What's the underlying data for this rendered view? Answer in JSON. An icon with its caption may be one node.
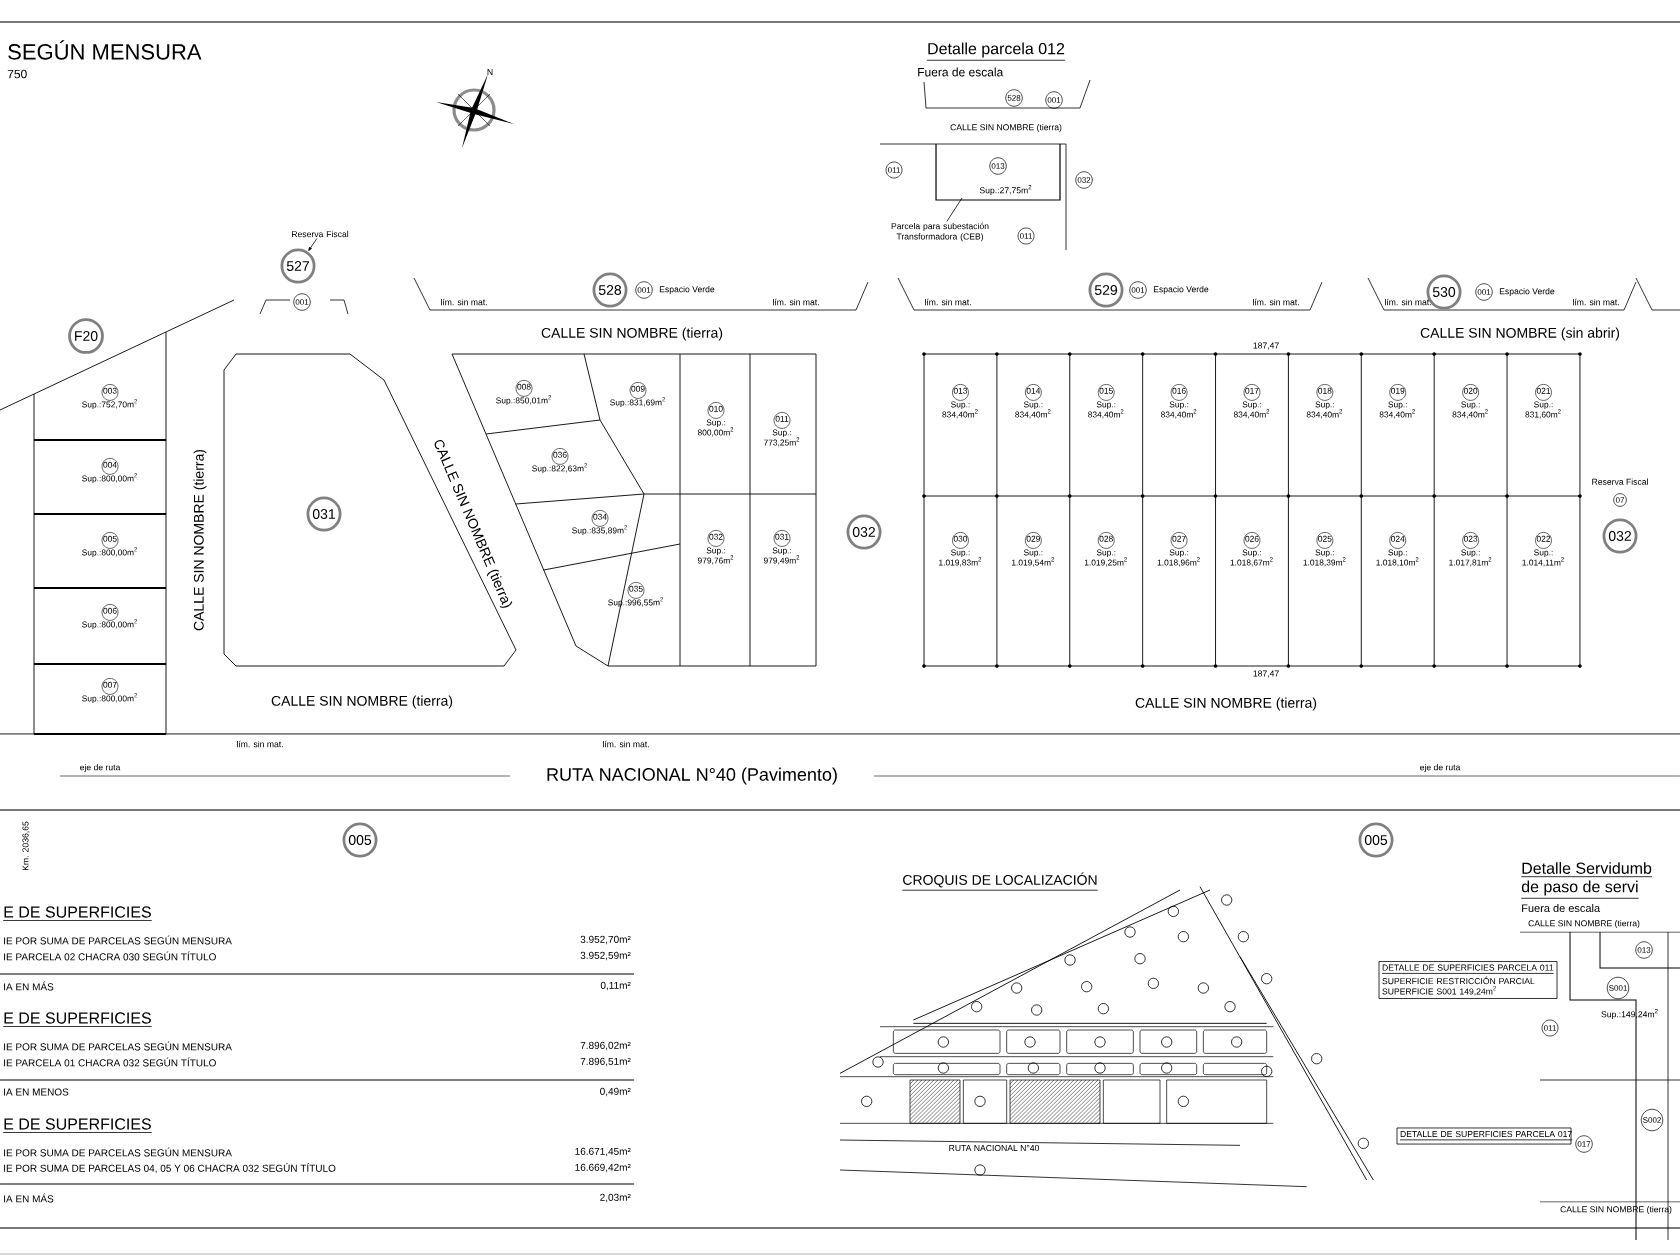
{
  "diagram": {
    "nodes": [
      {
        "text": [
          "527"
        ]
      },
      {
        "text": [
          "001"
        ]
      },
      {
        "text": [
          "Reserva Fiscal"
        ]
      },
      {
        "text": [
          "F20"
        ]
      },
      {
        "text": [
          "528"
        ]
      },
      {
        "text": [
          "001"
        ],
        "beside": [
          "Espacio Verde"
        ]
      },
      {
        "text": [
          "529"
        ]
      },
      {
        "text": [
          "001"
        ],
        "beside": [
          "Espacio Verde"
        ]
      },
      {
        "text": [
          "530"
        ]
      },
      {
        "text": [
          "001"
        ],
        "beside": [
          "Espacio Verde"
        ]
      },
      {
        "text": [
          "031"
        ]
      },
      {
        "text": [
          "032"
        ]
      },
      {
        "text": [
          "032"
        ]
      },
      {
        "text": [
          "07"
        ],
        "beside": [
          "Reserva Fiscal"
        ]
      },
      {
        "text": [
          "005"
        ]
      },
      {
        "text": [
          "005"
        ]
      },
      {
        "text": [
          "003",
          "Sup.:752,70m$^{2}$"
        ]
      },
      {
        "text": [
          "004",
          "Sup.:800,00m$^{2}$"
        ]
      },
      {
        "text": [
          "005",
          "Sup.:800,00m$^{2}$"
        ]
      },
      {
        "text": [
          "006",
          "Sup.:800,00m$^{2}$"
        ]
      },
      {
        "text": [
          "007",
          "Sup.:800,00m$^{2}$"
        ]
      },
      {
        "text": [
          "008",
          "Sup.:850,01m$^{2}$"
        ]
      },
      {
        "text": [
          "009",
          "Sup.:831,69m$^{2}$"
        ]
      },
      {
        "text": [
          "010",
          "Sup.: 800,00m$^{2}$"
        ]
      },
      {
        "text": [
          "011",
          "Sup.: 773,25m$^{2}$"
        ]
      },
      {
        "text": [
          "036",
          "Sup.:822,63m$^{2}$"
        ]
      },
      {
        "text": [
          "034",
          "Sup.:835,89m$^{2}$"
        ]
      },
      {
        "text": [
          "035",
          "Sup.:996,55m$^{2}$"
        ]
      },
      {
        "text": [
          "032",
          "Sup.: 979,76m$^{2}$"
        ]
      },
      {
        "text": [
          "031",
          "Sup.: 979,49m$^{2}$"
        ]
      },
      {
        "text": [
          "013",
          "Sup.: 834,40m$^{2}$"
        ]
      },
      {
        "text": [
          "014",
          "Sup.: 834,40m$^{2}$"
        ]
      },
      {
        "text": [
          "015",
          "Sup.: 834,40m$^{2}$"
        ]
      },
      {
        "text": [
          "016",
          "Sup.: 834,40m$^{2}$"
        ]
      },
      {
        "text": [
          "017",
          "Sup.: 834,40m$^{2}$"
        ]
      },
      {
        "text": [
          "018",
          "Sup.: 834,40m$^{2}$"
        ]
      },
      {
        "text": [
          "019",
          "Sup.: 834,40m$^{2}$"
        ]
      },
      {
        "text": [
          "020",
          "Sup.: 834,40m$^{2}$"
        ]
      },
      {
        "text": [
          "021",
          "Sup.: 831,60m$^{2}$"
        ]
      },
      {
        "text": [
          "030",
          "Sup.: 1.019,83m$^{2}$"
        ]
      },
      {
        "text": [
          "029",
          "Sup.: 1.019,54m$^{2}$"
        ]
      },
      {
        "text": [
          "028",
          "Sup.: 1.019,25m$^{2}$"
        ]
      },
      {
        "text": [
          "027",
          "Sup.: 1.018,96m$^{2}$"
        ]
      },
      {
        "text": [
          "026",
          "Sup.: 1.018,67m$^{2}$"
        ]
      },
      {
        "text": [
          "025",
          "Sup.: 1.018,39m$^{2}$"
        ]
      },
      {
        "text": [
          "024",
          "Sup.: 1.018,10m$^{2}$"
        ]
      },
      {
        "text": [
          "023",
          "Sup.: 1.017,81m$^{2}$"
        ]
      },
      {
        "text": [
          "022",
          "Sup.: 1.014,11m$^{2}$"
        ]
      },
      {
        "text": [
          "528"
        ]
      },
      {
        "text": [
          "001"
        ]
      },
      {
        "text": [
          "011"
        ]
      },
      {
        "text": [
          "013"
        ]
      },
      {
        "text": [
          "011"
        ]
      },
      {
        "text": [
          "032"
        ]
      },
      {
        "text": [
          "Parcela para subestación Transformadora (CEB)"
        ]
      },
      {
        "text": [
          "DETALLE DE SUPERFICIES PARCELA 011",
          "SUPERFICIE RESTRICCIÓN PARCIAL SUPERFICIE S001 149,24m$^{2}$"
        ]
      },
      {
        "text": [
          "DETALLE DE SUPERFICIES PARCELA 017"
        ]
      },
      {
        "text": [
          "013"
        ]
      },
      {
        "text": [
          "S001"
        ]
      },
      {
        "text": [
          "011"
        ]
      },
      {
        "text": [
          "017"
        ]
      },
      {
        "text": [
          "S002"
        ]
      }
    ],
    "edges": [
      {
        "from": 2,
        "to": 0,
        "arrow": "to"
      },
      {
        "from": 54,
        "to": null,
        "arrow": "none"
      }
    ],
    "labels": [
      "SEGÚN MENSURA",
      "750",
      "N",
      "Detalle parcela 012",
      "Fuera de escala",
      "CALLE SIN NOMBRE (tierra)",
      "Sup.:27,75m$^{2}$",
      "lím. sin mat.",
      "lím. sin mat.",
      "lím. sin mat.",
      "lím. sin mat.",
      "lím. sin mat.",
      "lím. sin mat.",
      "CALLE SIN NOMBRE (tierra)",
      "CALLE SIN NOMBRE (sin abrir)",
      "187,47",
      "CALLE SIN NOMBRE (tierra)",
      "CALLE SIN NOMBRE (tierra)",
      "187,47",
      "CALLE SIN NOMBRE (tierra)",
      "CALLE SIN NOMBRE (tierra)",
      "lím. sin mat.",
      "lím. sin mat.",
      "eje de ruta",
      "RUTA NACIONAL N°40 (Pavimento)",
      "eje de ruta",
      "Km. 2036,65",
      "E DE SUPERFICIES",
      "IE POR SUMA DE PARCELAS SEGÚN MENSURA",
      "3.952,70m²",
      "IE PARCELA 02 CHACRA 030 SEGÚN TÍTULO",
      "3.952,59m²",
      "IA EN MÁS",
      "0,11m²",
      "E DE SUPERFICIES",
      "IE POR SUMA DE PARCELAS SEGÚN MENSURA",
      "7.896,02m²",
      "IE PARCELA 01 CHACRA 032 SEGÚN TÍTULO",
      "7.896,51m²",
      "IA EN MENOS",
      "0,49m²",
      "E DE SUPERFICIES",
      "IE POR SUMA DE PARCELAS SEGÚN MENSURA",
      "16.671,45m²",
      "IE POR SUMA DE PARCELAS 04, 05 Y 06 CHACRA 032 SEGÚN TÍTULO",
      "16.669,42m²",
      "IA EN MÁS",
      "2,03m²",
      "CROQUIS DE LOCALIZACIÓN",
      "RUTA NACIONAL N°40",
      "Detalle Servidumb",
      "de paso de servi",
      "Fuera de escala",
      "CALLE SIN NOMBRE (tierra)",
      "Sup.:149,24m$^{2}$",
      "CALLE SIN NOMBRE (tierra)"
    ]
  }
}
